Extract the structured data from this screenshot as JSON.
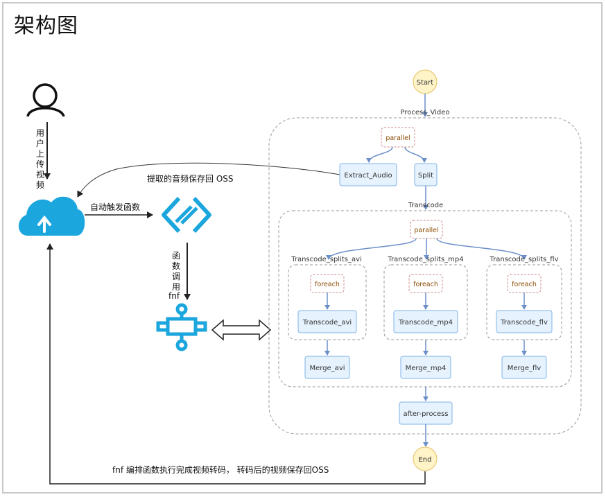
{
  "title": "架构图",
  "user": {
    "upload_label": "用户上传视频",
    "upload_chars": [
      "用",
      "户",
      "上",
      "传",
      "视",
      "频"
    ]
  },
  "oss_labels": {
    "audio_back": "提取的音频保存回 OSS",
    "auto_trigger": "自动触发函数",
    "final": "fnf 编排函数执行完成视频转码， 转码后的视频保存回OSS"
  },
  "fnf_call": {
    "label": "函数调用fnf",
    "lines": [
      "函",
      "数",
      "调",
      "用",
      "fnf"
    ]
  },
  "workflow": {
    "start": "Start",
    "end": "End",
    "process_group": "Process_Video",
    "parallel_top": "parallel",
    "extract_audio": "Extract_Audio",
    "split": "Split",
    "transcode_group": "Transcode",
    "parallel_inner": "parallel",
    "branches": [
      {
        "group": "Transcode_splits_avi",
        "foreach": "foreach",
        "task": "Transcode_avi",
        "merge": "Merge_avi"
      },
      {
        "group": "Transcode_splits_mp4",
        "foreach": "foreach",
        "task": "Transcode_mp4",
        "merge": "Merge_mp4"
      },
      {
        "group": "Transcode_splits_flv",
        "foreach": "foreach",
        "task": "Transcode_flv",
        "merge": "Merge_flv"
      }
    ],
    "after_process": "after-process"
  },
  "icons": {
    "user": "user-icon",
    "oss": "cloud-upload-icon",
    "function_compute": "function-compute-icon",
    "fnf": "serverless-workflow-icon"
  },
  "colors": {
    "node_fill": "#e6f2fd",
    "node_stroke": "#7fb3e6",
    "arrow": "#6b8fc8",
    "icon_blue": "#1ba6dd"
  }
}
